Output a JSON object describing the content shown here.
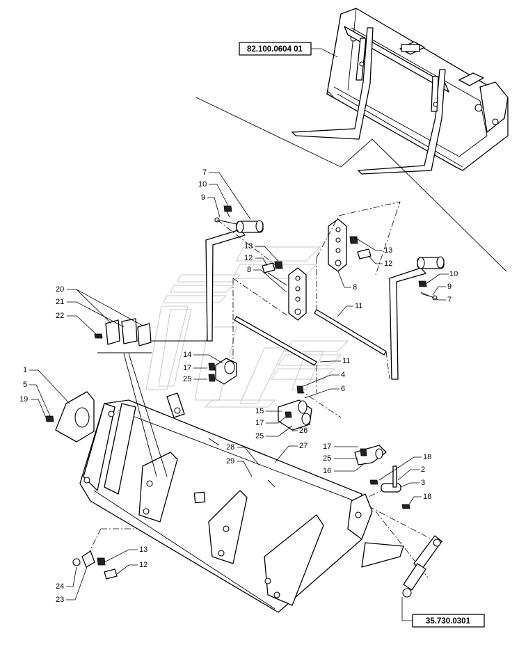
{
  "references": {
    "top_ref": "82.100.0604 01",
    "bottom_ref": "35.730.0301"
  },
  "callouts": [
    {
      "id": "c7a",
      "label": "7"
    },
    {
      "id": "c10a",
      "label": "10"
    },
    {
      "id": "c9a",
      "label": "9"
    },
    {
      "id": "c13a",
      "label": "13"
    },
    {
      "id": "c12a",
      "label": "12"
    },
    {
      "id": "c8a",
      "label": "8"
    },
    {
      "id": "c20",
      "label": "20"
    },
    {
      "id": "c21",
      "label": "21"
    },
    {
      "id": "c22",
      "label": "22"
    },
    {
      "id": "c13b",
      "label": "13"
    },
    {
      "id": "c12b",
      "label": "12"
    },
    {
      "id": "c8b",
      "label": "8"
    },
    {
      "id": "c10b",
      "label": "10"
    },
    {
      "id": "c9b",
      "label": "9"
    },
    {
      "id": "c7b",
      "label": "7"
    },
    {
      "id": "c11a",
      "label": "11"
    },
    {
      "id": "c11b",
      "label": "11"
    },
    {
      "id": "c14",
      "label": "14"
    },
    {
      "id": "c17a",
      "label": "17"
    },
    {
      "id": "c25a",
      "label": "25"
    },
    {
      "id": "c1",
      "label": "1"
    },
    {
      "id": "c5",
      "label": "5"
    },
    {
      "id": "c19",
      "label": "19"
    },
    {
      "id": "c4",
      "label": "4"
    },
    {
      "id": "c6",
      "label": "6"
    },
    {
      "id": "c15",
      "label": "15"
    },
    {
      "id": "c17b",
      "label": "17"
    },
    {
      "id": "c25b",
      "label": "25"
    },
    {
      "id": "c26",
      "label": "26"
    },
    {
      "id": "c27",
      "label": "27"
    },
    {
      "id": "c28",
      "label": "28"
    },
    {
      "id": "c29",
      "label": "29"
    },
    {
      "id": "c17c",
      "label": "17"
    },
    {
      "id": "c25c",
      "label": "25"
    },
    {
      "id": "c16",
      "label": "16"
    },
    {
      "id": "c18a",
      "label": "18"
    },
    {
      "id": "c2",
      "label": "2"
    },
    {
      "id": "c3",
      "label": "3"
    },
    {
      "id": "c18b",
      "label": "18"
    },
    {
      "id": "c13c",
      "label": "13"
    },
    {
      "id": "c12c",
      "label": "12"
    },
    {
      "id": "c24",
      "label": "24"
    },
    {
      "id": "c23",
      "label": "23"
    }
  ]
}
